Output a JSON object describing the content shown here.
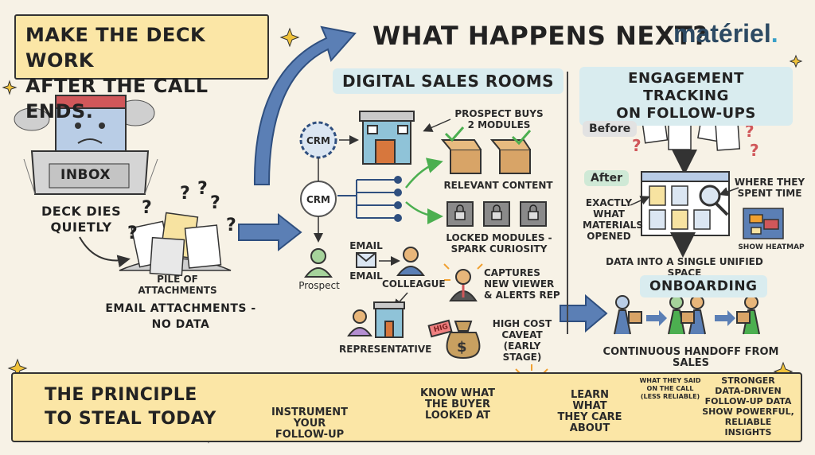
{
  "header": {
    "banner_line1": "MAKE THE DECK WORK",
    "banner_line2": "AFTER THE CALL ENDS.",
    "headline": "WHAT HAPPENS NEXT?",
    "logo_main": "matériel",
    "logo_dot": "."
  },
  "left": {
    "inbox_label": "INBOX",
    "deck_dies_line1": "DECK DIES",
    "deck_dies_line2": "QUIETLY",
    "pile_line1": "PILE OF",
    "pile_line2": "ATTACHMENTS",
    "email_attach_line1": "EMAIL ATTACHMENTS -",
    "email_attach_line2": "NO DATA"
  },
  "dsr": {
    "title": "DIGITAL SALES ROOMS",
    "crm1": "CRM",
    "crm2": "CRM",
    "buys_line1": "PROSPECT BUYS",
    "buys_line2": "2 MODULES",
    "relevant": "RELEVANT CONTENT",
    "locked_line1": "LOCKED MODULES -",
    "locked_line2": "SPARK CURIOSITY",
    "email_top": "EMAIL",
    "email_bottom": "EMAIL",
    "prospect": "Prospect",
    "colleague": "COLLEAGUE",
    "captures_line1": "CAPTURES",
    "captures_line2": "NEW VIEWER",
    "captures_line3": "& ALERTS REP",
    "representative": "REPRESENTATIVE",
    "high_cost_line1": "HIGH COST",
    "high_cost_line2": "CAVEAT",
    "high_cost_line3": "(Early Stage)",
    "price_tag": "HIG"
  },
  "engagement": {
    "title_line1": "ENGAGEMENT TRACKING",
    "title_line2": "ON FOLLOW-UPS",
    "before": "Before",
    "after": "After",
    "exactly_line1": "EXACTLY",
    "exactly_line2": "WHAT",
    "exactly_line3": "MATERIALS",
    "exactly_line4": "OPENED",
    "where_line1": "WHERE THEY",
    "where_line2": "SPENT TIME",
    "heatmap": "SHOW HEATMAP",
    "unified": "DATA INTO A SINGLE UNIFIED SPACE"
  },
  "onboarding": {
    "title": "ONBOARDING",
    "handoff": "CONTINUOUS HANDOFF FROM SALES"
  },
  "principle": {
    "line1": "THE PRINCIPLE",
    "line2": "TO STEAL TODAY",
    "step1_line1": "INSTRUMENT",
    "step1_line2": "YOUR FOLLOW-UP",
    "step2_line1": "KNOW WHAT",
    "step2_line2": "THE BUYER",
    "step2_line3": "LOOKED AT",
    "step3_line1": "LEARN WHAT",
    "step3_line2": "THEY CARE",
    "step3_line3": "ABOUT",
    "bubble_line1": "WHAT THEY SAID",
    "bubble_line2": "ON THE CALL",
    "bubble_line3": "(less reliable)",
    "final_line1": "STRONGER",
    "final_line2": "DATA-DRIVEN",
    "final_line3": "FOLLOW-UP DATA",
    "final_line4": "SHOW POWERFUL,",
    "final_line5": "RELIABLE INSIGHTS"
  },
  "colors": {
    "banner": "#fbe6a6",
    "pill": "#d9ecef",
    "arrow": "#5b7fb5",
    "green": "#4caf50",
    "logo": "#2d4a63"
  }
}
